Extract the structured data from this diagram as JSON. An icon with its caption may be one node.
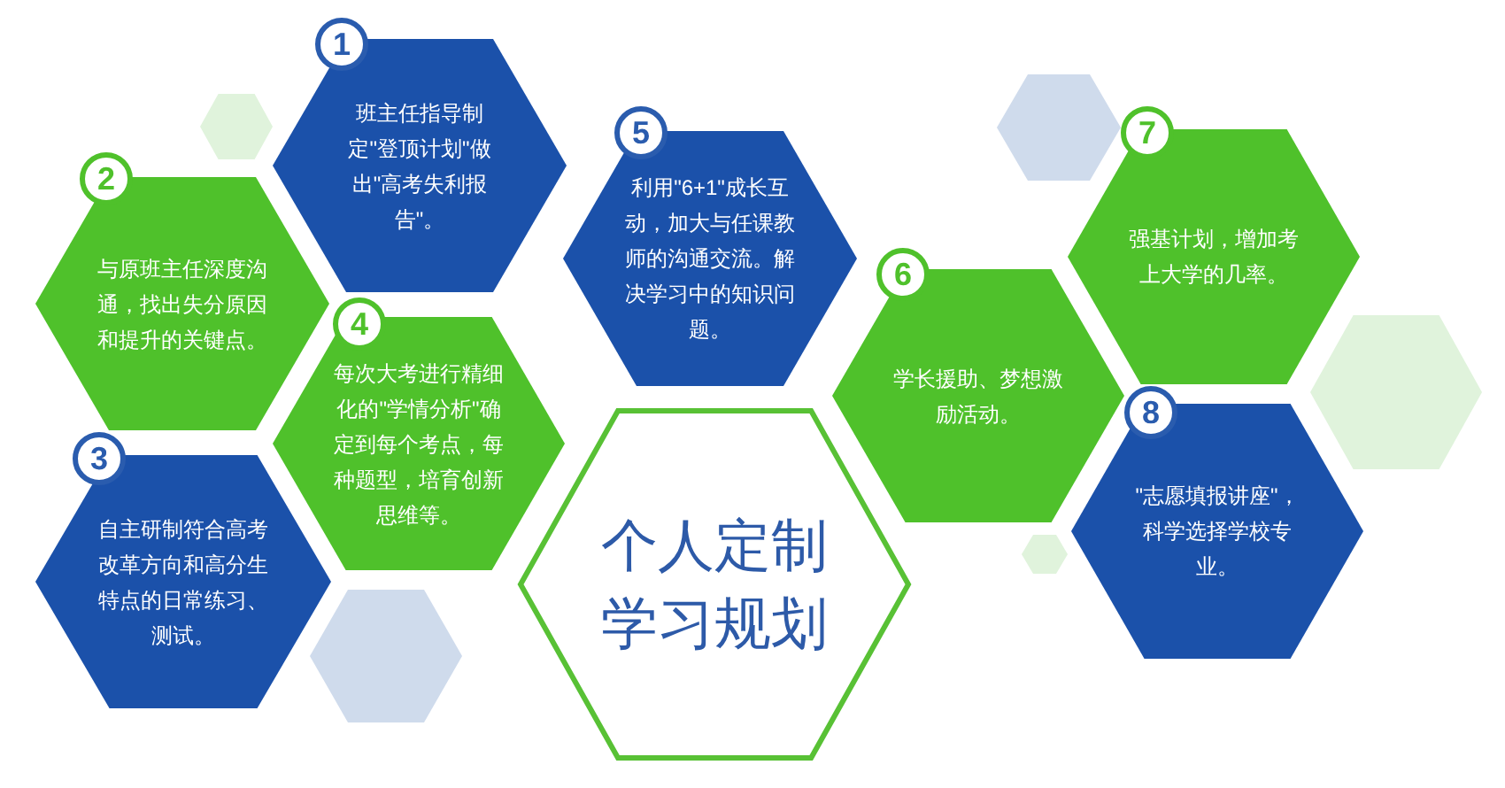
{
  "diagram": {
    "nodes": [
      {
        "text": [
          "1"
        ]
      },
      {
        "text": [
          "班主任指导制定\"登顶计划\"做出\"高考失利报告\"。"
        ]
      },
      {
        "text": [
          "2"
        ]
      },
      {
        "text": [
          "与原班主任深度沟通，找出失分原因和提升的关键点。"
        ]
      },
      {
        "text": [
          "3"
        ]
      },
      {
        "text": [
          "自主研制符合高考改革方向和高分生特点的日常练习、测试。"
        ]
      },
      {
        "text": [
          "4"
        ]
      },
      {
        "text": [
          "每次大考进行精细化的\"学情分析\"确定到每个考点，每种题型，培育创新思维等。"
        ]
      },
      {
        "text": [
          "5"
        ]
      },
      {
        "text": [
          "利用\"6+1\"成长互动，加大与任课教师的沟通交流。解决学习中的知识问题。"
        ]
      },
      {
        "text": [
          "6"
        ]
      },
      {
        "text": [
          "学长援助、梦想激励活动。"
        ]
      },
      {
        "text": [
          "7"
        ]
      },
      {
        "text": [
          "强基计划，增加考上大学的几率。"
        ]
      },
      {
        "text": [
          "8"
        ]
      },
      {
        "text": [
          "\"志愿填报讲座\"，科学选择学校专业。"
        ]
      },
      {
        "text": [
          "个人定制学习规划"
        ]
      },
      {
        "text": [],
        "shape": "hexagon"
      },
      {
        "text": [],
        "shape": "hexagon"
      },
      {
        "text": [],
        "shape": "hexagon"
      },
      {
        "text": [],
        "shape": "hexagon"
      },
      {
        "text": [],
        "shape": "hexagon"
      }
    ]
  }
}
